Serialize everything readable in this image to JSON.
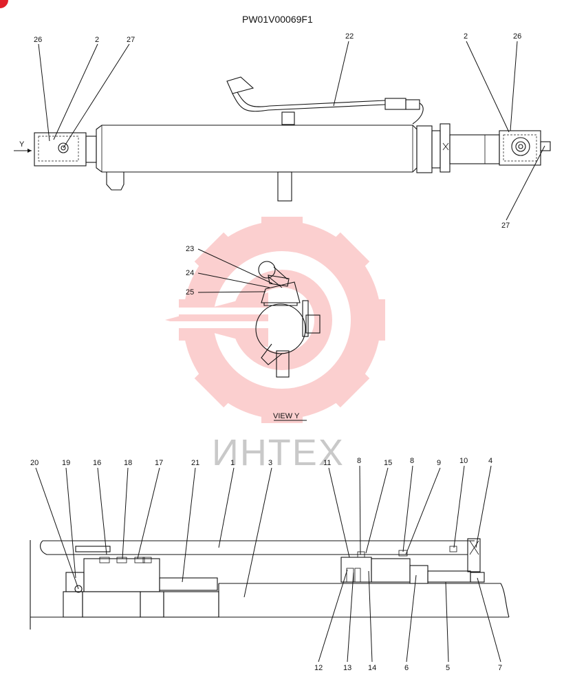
{
  "title": "PW01V00069F1",
  "view_label": "VIEW  Y",
  "view_arrow_label": "Y",
  "watermark": {
    "text": "ИНТЕХ",
    "color": "#f7c9c9"
  },
  "labels": {
    "top": [
      "26",
      "2",
      "27",
      "22",
      "2",
      "26",
      "27"
    ],
    "view": [
      "23",
      "24",
      "25"
    ],
    "section_top": [
      "20",
      "19",
      "16",
      "18",
      "17",
      "21",
      "1",
      "3",
      "11",
      "8",
      "15",
      "8",
      "9",
      "10",
      "4"
    ],
    "section_bottom": [
      "12",
      "13",
      "14",
      "6",
      "5",
      "7"
    ]
  }
}
